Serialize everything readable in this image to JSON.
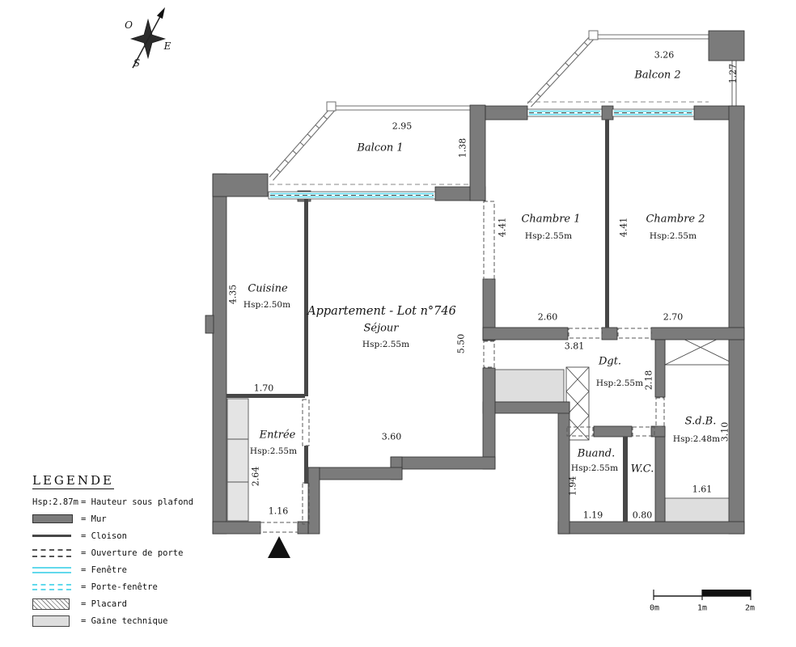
{
  "title": "Appartement - Lot n°746",
  "colors": {
    "wall": "#7b7b7b",
    "cloison": "#474747",
    "window_cyan": "#62d9ec",
    "gaine": "#dedede"
  },
  "compass": {
    "o": "O",
    "e": "E",
    "s": "S"
  },
  "rooms": {
    "balcon1": {
      "name": "Balcon 1"
    },
    "balcon2": {
      "name": "Balcon 2"
    },
    "cuisine": {
      "name": "Cuisine",
      "hsp": "Hsp:2.50m"
    },
    "sejour": {
      "lot": "Appartement - Lot n°746",
      "name": "Séjour",
      "hsp": "Hsp:2.55m"
    },
    "entree": {
      "name": "Entrée",
      "hsp": "Hsp:2.55m"
    },
    "chambre1": {
      "name": "Chambre 1",
      "hsp": "Hsp:2.55m"
    },
    "chambre2": {
      "name": "Chambre 2",
      "hsp": "Hsp:2.55m"
    },
    "dgt": {
      "name": "Dgt.",
      "hsp": "Hsp:2.55m"
    },
    "sdb": {
      "name": "S.d.B.",
      "hsp": "Hsp:2.48m"
    },
    "buand": {
      "name": "Buand.",
      "hsp": "Hsp:2.55m"
    },
    "wc": {
      "name": "W.C."
    }
  },
  "dims": {
    "balcon2_w": "3.26",
    "balcon2_d": "1.27",
    "balcon1_w": "2.95",
    "balcon1_d": "1.38",
    "chambre1_h": "4.41",
    "chambre1_w": "2.60",
    "chambre2_h": "4.41",
    "chambre2_w": "2.70",
    "cuisine_h": "4.35",
    "cuisine_w": "1.70",
    "sejour_h": "5.50",
    "sejour_w": "3.60",
    "entree_h": "2.64",
    "entree_w": "1.16",
    "dgt_w": "3.81",
    "dgt_h": "2.18",
    "sdb_h": "3.10",
    "sdb_w": "1.61",
    "buand_h": "1.94",
    "buand_w": "1.19",
    "wc_w": "0.80"
  },
  "legend": {
    "title": "LEGENDE",
    "items": [
      {
        "key": "Hsp:2.87m",
        "label": "= Hauteur sous plafond"
      },
      {
        "label": "= Mur"
      },
      {
        "label": "= Cloison"
      },
      {
        "label": "= Ouverture de porte"
      },
      {
        "label": "= Fenêtre"
      },
      {
        "label": "= Porte-fenêtre"
      },
      {
        "label": "= Placard"
      },
      {
        "label": "= Gaine technique"
      }
    ]
  },
  "scale": {
    "t0": "0m",
    "t1": "1m",
    "t2": "2m"
  }
}
